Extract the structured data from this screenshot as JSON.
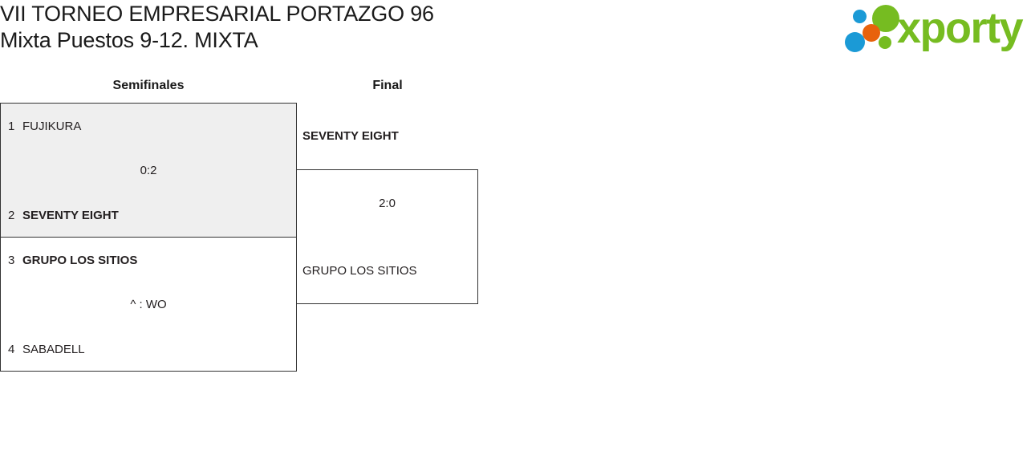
{
  "header": {
    "title_line1": "VII TORNEO EMPRESARIAL PORTAZGO 96",
    "title_line2": "Mixta Puestos 9-12. MIXTA",
    "logo_text": "xporty",
    "logo_colors": {
      "green": "#76bc21",
      "blue": "#1b9ad6",
      "orange": "#e8620c"
    }
  },
  "bracket": {
    "shaded_color": "#efefef",
    "border_color": "#333333",
    "rounds": [
      {
        "name": "semifinals",
        "label": "Semifinales"
      },
      {
        "name": "final",
        "label": "Final"
      }
    ],
    "matches": [
      {
        "id": "semifinal-1",
        "round": "Semifinales",
        "shaded": true,
        "score": "0:2",
        "teams": [
          {
            "seed": "1",
            "name": "FUJIKURA",
            "winner": false
          },
          {
            "seed": "2",
            "name": "SEVENTY EIGHT",
            "winner": true
          }
        ]
      },
      {
        "id": "semifinal-2",
        "round": "Semifinales",
        "shaded": false,
        "score": "^ : WO",
        "teams": [
          {
            "seed": "3",
            "name": "GRUPO LOS SITIOS",
            "winner": true
          },
          {
            "seed": "4",
            "name": "SABADELL",
            "winner": false
          }
        ]
      },
      {
        "id": "final-1",
        "round": "Final",
        "shaded": false,
        "score": "2:0",
        "teams": [
          {
            "seed": "",
            "name": "SEVENTY EIGHT",
            "winner": true
          },
          {
            "seed": "",
            "name": "GRUPO LOS SITIOS",
            "winner": false
          }
        ]
      }
    ]
  }
}
